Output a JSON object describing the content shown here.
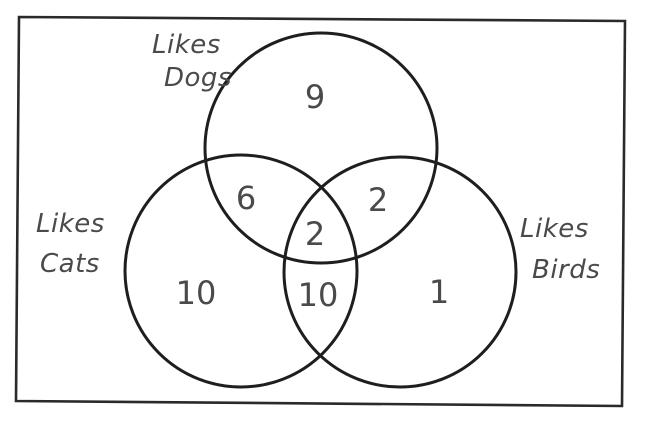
{
  "diagram": {
    "type": "venn-3",
    "line_color": "#1e1e1e",
    "text_color": "#4a4a4a",
    "sets": [
      {
        "id": "dogs",
        "label_line1": "Likes",
        "label_line2": "Dogs"
      },
      {
        "id": "cats",
        "label_line1": "Likes",
        "label_line2": "Cats"
      },
      {
        "id": "birds",
        "label_line1": "Likes",
        "label_line2": "Birds"
      }
    ],
    "regions": {
      "dogs_only": "9",
      "cats_only": "10",
      "birds_only": "1",
      "dogs_and_cats_only": "6",
      "dogs_and_birds_only": "2",
      "cats_and_birds_only": "10",
      "all_three": "2"
    }
  }
}
